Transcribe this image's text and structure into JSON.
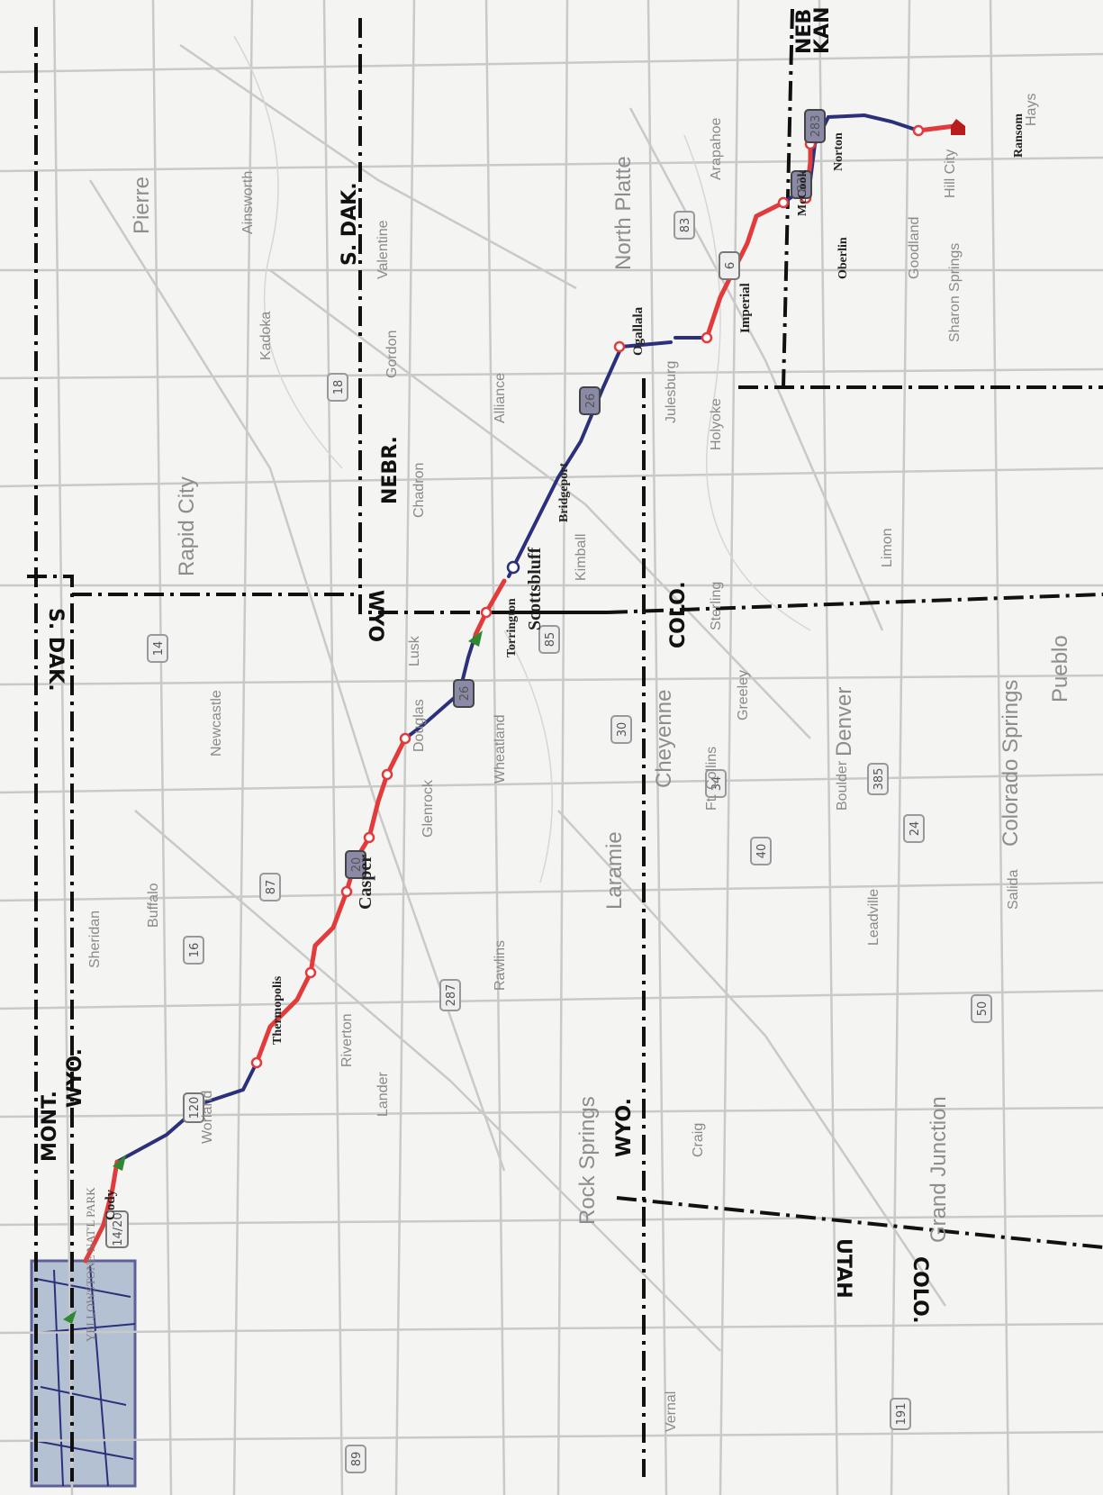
{
  "map": {
    "route_labels": {
      "cody": "Cody",
      "thermopolis": "Thermopolis",
      "casper": "Casper",
      "torrington": "Torrington",
      "scottsbluff": "Scottsbluff",
      "bridgeport": "Bridgeport",
      "ogallala": "Ogallala",
      "imperial": "Imperial",
      "mccook": "McCook",
      "oberlin": "Oberlin",
      "norton": "Norton",
      "ransom": "Ransom"
    },
    "state_labels": {
      "mont": "MONT.",
      "wyo_nw": "WYO.",
      "sdak_top": "S. DAK.",
      "sdak_right": "S. DAK.",
      "nebr": "NEBR.",
      "wyo_mid": "WYO",
      "colo_mid": "COLO.",
      "wyo_bottom": "WYO.",
      "colo_right": "COLO.",
      "utah": "UTAH",
      "neb": "NEB",
      "kan": "KAN"
    },
    "city_labels": {
      "pierre": "Pierre",
      "rapid_city": "Rapid City",
      "cheyenne": "Cheyenne",
      "denver": "Denver",
      "colorado_springs": "Colorado Springs",
      "pueblo": "Pueblo",
      "north_platte": "North Platte",
      "rock_springs": "Rock Springs",
      "grand_junction": "Grand Junction",
      "laramie": "Laramie",
      "sheridan": "Sheridan",
      "alliance": "Alliance",
      "douglas": "Douglas",
      "glenrock": "Glenrock",
      "worland": "Worland",
      "greeley": "Greeley",
      "sterling": "Sterling",
      "yellowstone": "YELLOWSTONE NAT'L PARK",
      "hays": "Hays",
      "goodland": "Goodland",
      "chadron": "Chadron",
      "lander": "Lander",
      "rawlins": "Rawlins",
      "boulder": "Boulder",
      "riverton": "Riverton",
      "newcastle": "Newcastle",
      "kimball": "Kimball",
      "gordon": "Gordon",
      "valentine": "Valentine",
      "julesburg": "Julesburg",
      "craig": "Craig",
      "buffalo": "Buffalo",
      "lusk": "Lusk",
      "wheatland": "Wheatland",
      "fort_collins": "Ft. Collins",
      "leadville": "Leadville",
      "hill_city": "Hill City",
      "sharon_springs": "Sharon Springs",
      "vernal": "Vernal",
      "kadoka": "Kadoka",
      "ainsworth": "Ainsworth",
      "arapahoe": "Arapahoe",
      "holyoke": "Holyoke",
      "limon": "Limon",
      "salida": "Salida"
    },
    "highway_shields": [
      "14/20",
      "120",
      "20",
      "26",
      "26",
      "6",
      "83",
      "283",
      "83",
      "85",
      "16",
      "14",
      "87",
      "30",
      "34",
      "40",
      "24",
      "50",
      "287",
      "18",
      "385",
      "191",
      "89"
    ],
    "colors": {
      "route_red": "#e23b3b",
      "route_blue": "#2c2f7a",
      "marker_green": "#2f8a2f",
      "marker_end": "#b81c1c",
      "road_gray": "#c9c9c9",
      "park_fill": "#9fb1c9"
    },
    "icons": [
      "start-arrow-icon",
      "waypoint-arrow-icon",
      "destination-house-icon",
      "town-dot-icon",
      "highway-shield-icon"
    ]
  }
}
